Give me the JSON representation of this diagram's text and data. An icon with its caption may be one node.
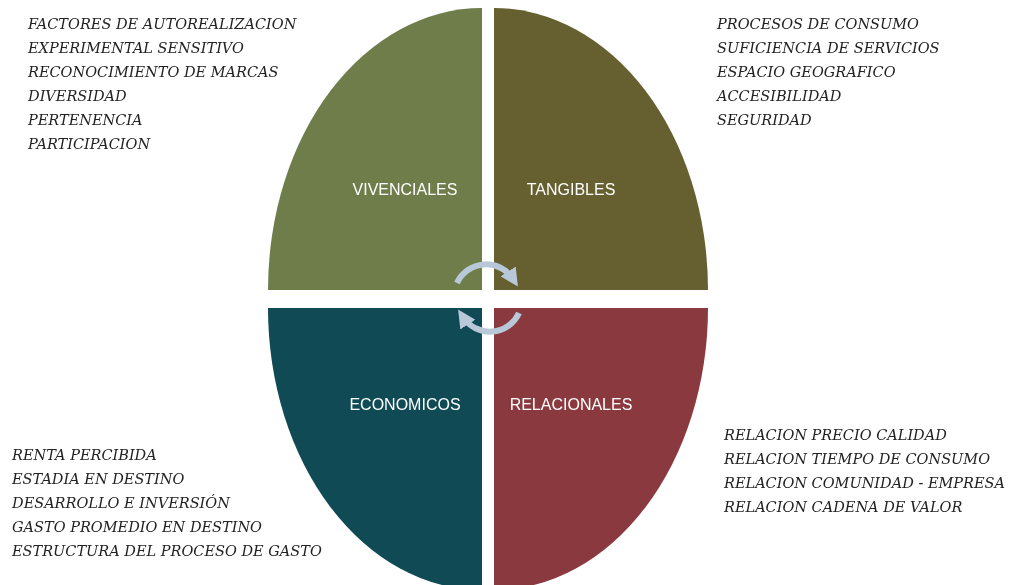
{
  "diagram": {
    "nodes": [
      {
        "text": [
          "VIVENCIALES"
        ],
        "beside": [
          "FACTORES DE AUTOREALIZACION",
          "EXPERIMENTAL SENSITIVO",
          "RECONOCIMIENTO DE MARCAS",
          "DIVERSIDAD",
          "PERTENENCIA",
          "PARTICIPACION"
        ]
      },
      {
        "text": [
          "TANGIBLES"
        ],
        "beside": [
          "PROCESOS DE CONSUMO",
          "SUFICIENCIA DE SERVICIOS",
          "ESPACIO GEOGRAFICO",
          "ACCESIBILIDAD",
          "SEGURIDAD"
        ]
      },
      {
        "text": [
          "ECONOMICOS"
        ],
        "beside": [
          "RENTA PERCIBIDA",
          "ESTADIA EN DESTINO",
          "DESARROLLO E INVERSIÓN",
          "GASTO PROMEDIO EN DESTINO",
          "ESTRUCTURA DEL PROCESO DE GASTO"
        ]
      },
      {
        "text": [
          "RELACIONALES"
        ],
        "beside": [
          "RELACION PRECIO CALIDAD",
          "RELACION TIEMPO DE CONSUMO",
          "RELACION COMUNIDAD - EMPRESA",
          "RELACION CADENA DE VALOR"
        ]
      }
    ],
    "edges": [
      {
        "from": 0,
        "to": 1,
        "arrow": "to"
      },
      {
        "from": 3,
        "to": 2,
        "arrow": "to"
      }
    ]
  }
}
